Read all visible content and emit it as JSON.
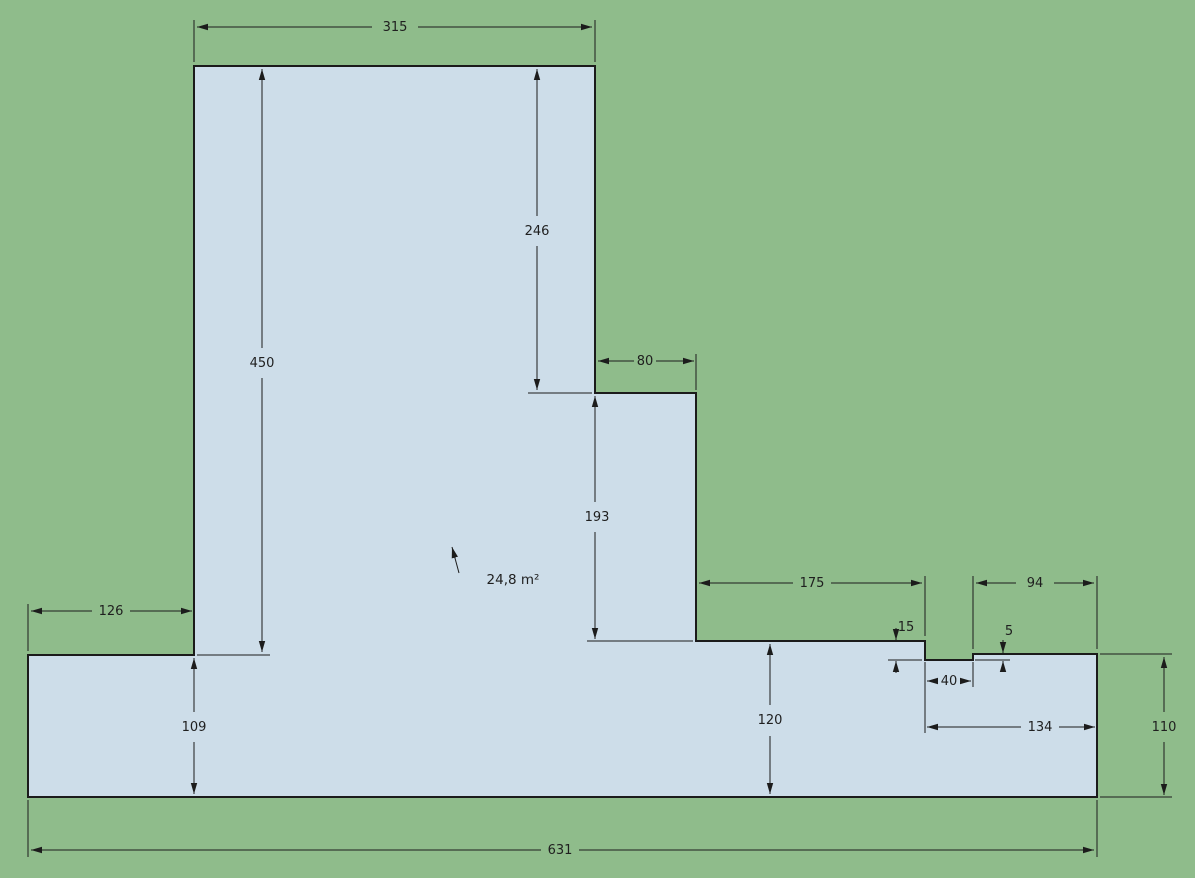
{
  "colors": {
    "background": "#8fbc8b",
    "shape_fill": "#cddde9",
    "shape_outline": "#1b1b1b",
    "dimension_lines": "#1c1c1c",
    "label_text": "#1f1f1f"
  },
  "shape": {
    "area_label": "24,8 m²"
  },
  "dimensions": {
    "top_width": "315",
    "upper_right_height": "246",
    "column_height": "450",
    "step_width": "80",
    "mid_right_height": "193",
    "left_offset": "126",
    "left_strip_height": "109",
    "shelf_span": "175",
    "right_end_span": "94",
    "notch_depth": "15",
    "lip_rise": "5",
    "notch_width": "40",
    "right_bottom_span": "134",
    "shelf_height": "120",
    "right_edge_height": "110",
    "total_width": "631"
  }
}
